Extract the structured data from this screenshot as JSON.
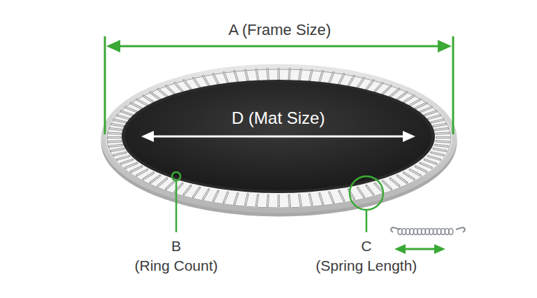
{
  "diagram": {
    "labels": [
      "A (Frame Size)",
      "D (Mat Size)",
      "B (Ring Count)",
      "C (Spring Length)"
    ]
  }
}
